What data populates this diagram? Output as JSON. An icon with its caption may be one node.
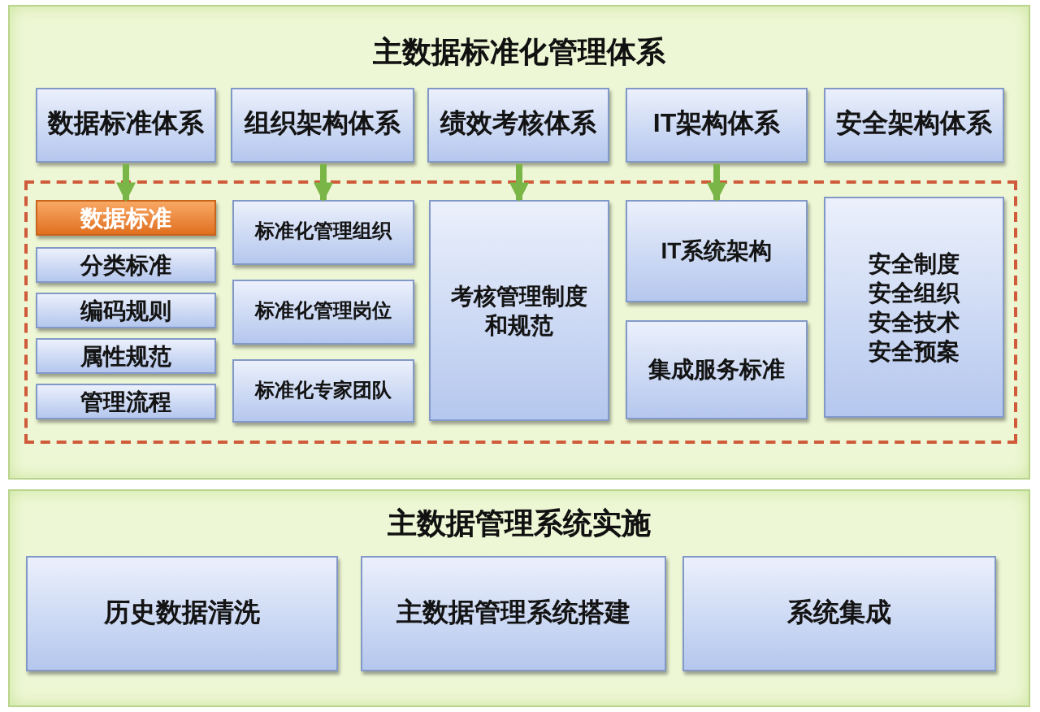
{
  "diagram": {
    "nodes": [
      {
        "text": [
          "主数据标准化管理体系"
        ]
      },
      {
        "text": [
          "数据标准体系"
        ],
        "in": 0
      },
      {
        "text": [
          "组织架构体系"
        ],
        "in": 0
      },
      {
        "text": [
          "绩效考核体系"
        ],
        "in": 0
      },
      {
        "text": [
          "IT架构体系"
        ],
        "in": 0
      },
      {
        "text": [
          "安全架构体系"
        ],
        "in": 0
      },
      {
        "text": [],
        "shape": "box",
        "in": 0
      },
      {
        "text": [
          "数据标准"
        ],
        "in": 6
      },
      {
        "text": [
          "分类标准"
        ],
        "in": 6
      },
      {
        "text": [
          "编码规则"
        ],
        "in": 6
      },
      {
        "text": [
          "属性规范"
        ],
        "in": 6
      },
      {
        "text": [
          "管理流程"
        ],
        "in": 6
      },
      {
        "text": [
          "标准化管理组织"
        ],
        "in": 6
      },
      {
        "text": [
          "标准化管理岗位"
        ],
        "in": 6
      },
      {
        "text": [
          "标准化专家团队"
        ],
        "in": 6
      },
      {
        "text": [
          "考核管理制度和规范"
        ],
        "in": 6
      },
      {
        "text": [
          "IT系统架构"
        ],
        "in": 6
      },
      {
        "text": [
          "集成服务标准"
        ],
        "in": 6
      },
      {
        "text": [
          "安全制度",
          "安全组织",
          "安全技术",
          "安全预案"
        ],
        "in": 6
      },
      {
        "text": [
          "主数据管理系统实施"
        ]
      },
      {
        "text": [
          "历史数据清洗"
        ],
        "in": 19
      },
      {
        "text": [
          "主数据管理系统搭建"
        ],
        "in": 19
      },
      {
        "text": [
          "系统集成"
        ],
        "in": 19
      }
    ],
    "edges": [
      {
        "from": 1,
        "to": 7,
        "arrow": "to"
      },
      {
        "from": 2,
        "to": 12,
        "arrow": "to"
      },
      {
        "from": 3,
        "to": 15,
        "arrow": "to"
      },
      {
        "from": 4,
        "to": 16,
        "arrow": "to"
      }
    ]
  }
}
